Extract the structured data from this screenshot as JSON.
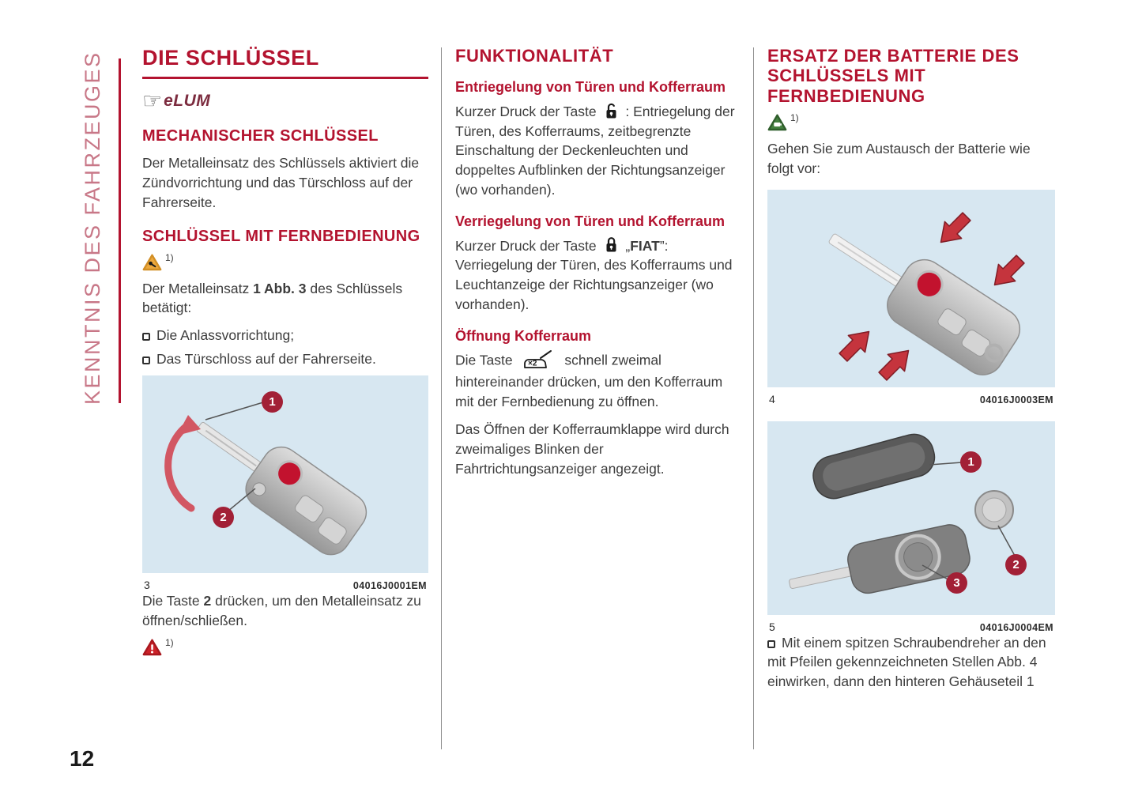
{
  "page": {
    "number": "12",
    "sidebar_label": "KENNTNIS DES FAHRZEUGES"
  },
  "colors": {
    "heading_red": "#b3132f",
    "sidebar_pink": "#c87787",
    "figure_bg": "#d7e7f1",
    "callout_red": "#a22036",
    "warning_yellow": "#eda83c",
    "warning_red": "#cc2229",
    "warning_green": "#44803f",
    "body_text": "#3c3c3c"
  },
  "icons": {
    "pointing_hand": "☞",
    "unlock": "unlock-icon",
    "lock": "lock-icon",
    "trunk_double_press": "trunk-open-x2-icon",
    "warning_key": "yellow-triangle-key-icon",
    "warning_danger": "red-triangle-exclamation-icon",
    "warning_battery": "green-triangle-battery-icon"
  },
  "col1": {
    "title": "DIE SCHLÜSSEL",
    "elum_label": "eLUM",
    "mech_heading": "MECHANISCHER SCHLÜSSEL",
    "mech_text": "Der Metalleinsatz des Schlüssels aktiviert die Zündvorrichtung und das Türschloss auf der Fahrerseite.",
    "remote_heading": "SCHLÜSSEL MIT FERNBEDIENUNG",
    "remote_note_ref": "1)",
    "remote_text_a": "Der Metalleinsatz",
    "remote_text_b": "1 Abb. 3",
    "remote_text_c": "des Schlüssels betätigt:",
    "bullet_1": "Die Anlassvorrichtung;",
    "bullet_2": "Das Türschloss auf der Fahrerseite.",
    "figure3": {
      "number": "3",
      "code": "04016J0001EM",
      "callout_1": "1",
      "callout_2": "2"
    },
    "open_text_a": "Die Taste",
    "open_text_b": "2",
    "open_text_c": "drücken, um den Metalleinsatz zu öffnen/schließen.",
    "warning_note_ref": "1)"
  },
  "col2": {
    "title": "FUNKTIONALITÄT",
    "unlock_heading": "Entriegelung von Türen und Kofferraum",
    "unlock_text_a": "Kurzer Druck der Taste",
    "unlock_text_b": ": Entriegelung der Türen, des Kofferraums, zeitbegrenzte Einschaltung der Deckenleuchten und doppeltes Aufblinken der Richtungsanzeiger (wo vorhanden).",
    "lock_heading": "Verriegelung von Türen und Kofferraum",
    "lock_text_a": "Kurzer Druck der Taste",
    "lock_quote_open": "„",
    "lock_text_fiat": "FIAT",
    "lock_quote_close": "”:",
    "lock_text_b": "Verriegelung der Türen, des Kofferraums und Leuchtanzeige der Richtungsanzeiger (wo vorhanden).",
    "trunk_heading": "Öffnung Kofferraum",
    "trunk_text_a": "Die Taste",
    "trunk_times": "×2",
    "trunk_text_b": "schnell zweimal hintereinander drücken, um den Kofferraum mit der Fernbedienung zu öffnen.",
    "trunk_text_c": "Das Öffnen der Kofferraumklappe wird durch zweimaliges Blinken der Fahrtrichtungsanzeiger angezeigt."
  },
  "col3": {
    "title": "ERSATZ DER BATTERIE DES SCHLÜSSELS MIT FERNBEDIENUNG",
    "note_ref": "1)",
    "intro_text": "Gehen Sie zum Austausch der Batterie wie folgt vor:",
    "figure4": {
      "number": "4",
      "code": "04016J0003EM"
    },
    "figure5": {
      "number": "5",
      "code": "04016J0004EM",
      "callout_1": "1",
      "callout_2": "2",
      "callout_3": "3"
    },
    "step_text": "Mit einem spitzen Schraubendreher an den mit Pfeilen gekennzeichneten Stellen Abb. 4 einwirken, dann den hinteren Gehäuseteil 1"
  }
}
